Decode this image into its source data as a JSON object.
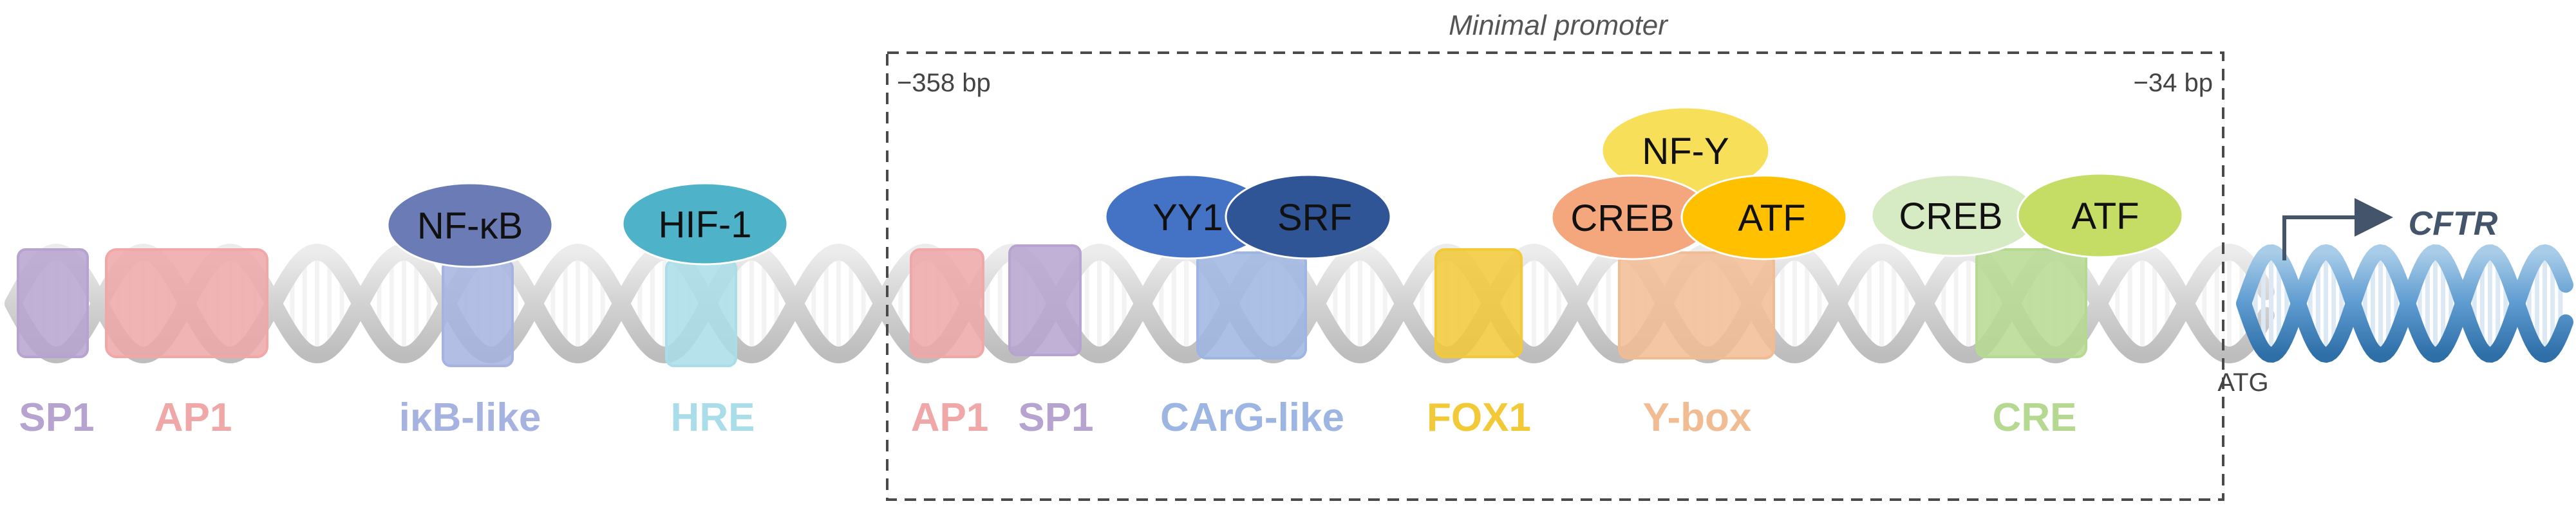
{
  "region": {
    "title": "Minimal promoter",
    "left_bound": "−358 bp",
    "right_bound": "−34 bp"
  },
  "gene": {
    "name": "CFTR",
    "start_codon": "ATG"
  },
  "elements": [
    {
      "label": "SP1",
      "color": "#b7a3cf"
    },
    {
      "label": "AP1",
      "color": "#efa7a7"
    },
    {
      "label": "iκB-like",
      "color": "#a6b3e0"
    },
    {
      "label": "HRE",
      "color": "#a9dde9"
    },
    {
      "label": "AP1",
      "color": "#efa7a7"
    },
    {
      "label": "SP1",
      "color": "#b7a3cf"
    },
    {
      "label": "CArG-like",
      "color": "#9db5e2"
    },
    {
      "label": "FOX1",
      "color": "#f2c936"
    },
    {
      "label": "Y-box",
      "color": "#f2bc93"
    },
    {
      "label": "CRE",
      "color": "#b6d991"
    }
  ],
  "factors": [
    {
      "label": "NF-κB",
      "color": "#6a7bb5"
    },
    {
      "label": "HIF-1",
      "color": "#4eb2c8"
    },
    {
      "label": "YY1",
      "color": "#4472c4"
    },
    {
      "label": "SRF",
      "color": "#2f5597"
    },
    {
      "label": "NF-Y",
      "color": "#f7df5a"
    },
    {
      "label": "CREB",
      "color": "#f4a77d"
    },
    {
      "label": "ATF",
      "color": "#ffc000"
    },
    {
      "label": "CREB",
      "color": "#d6ebc4"
    },
    {
      "label": "ATF",
      "color": "#c5dd64"
    }
  ]
}
